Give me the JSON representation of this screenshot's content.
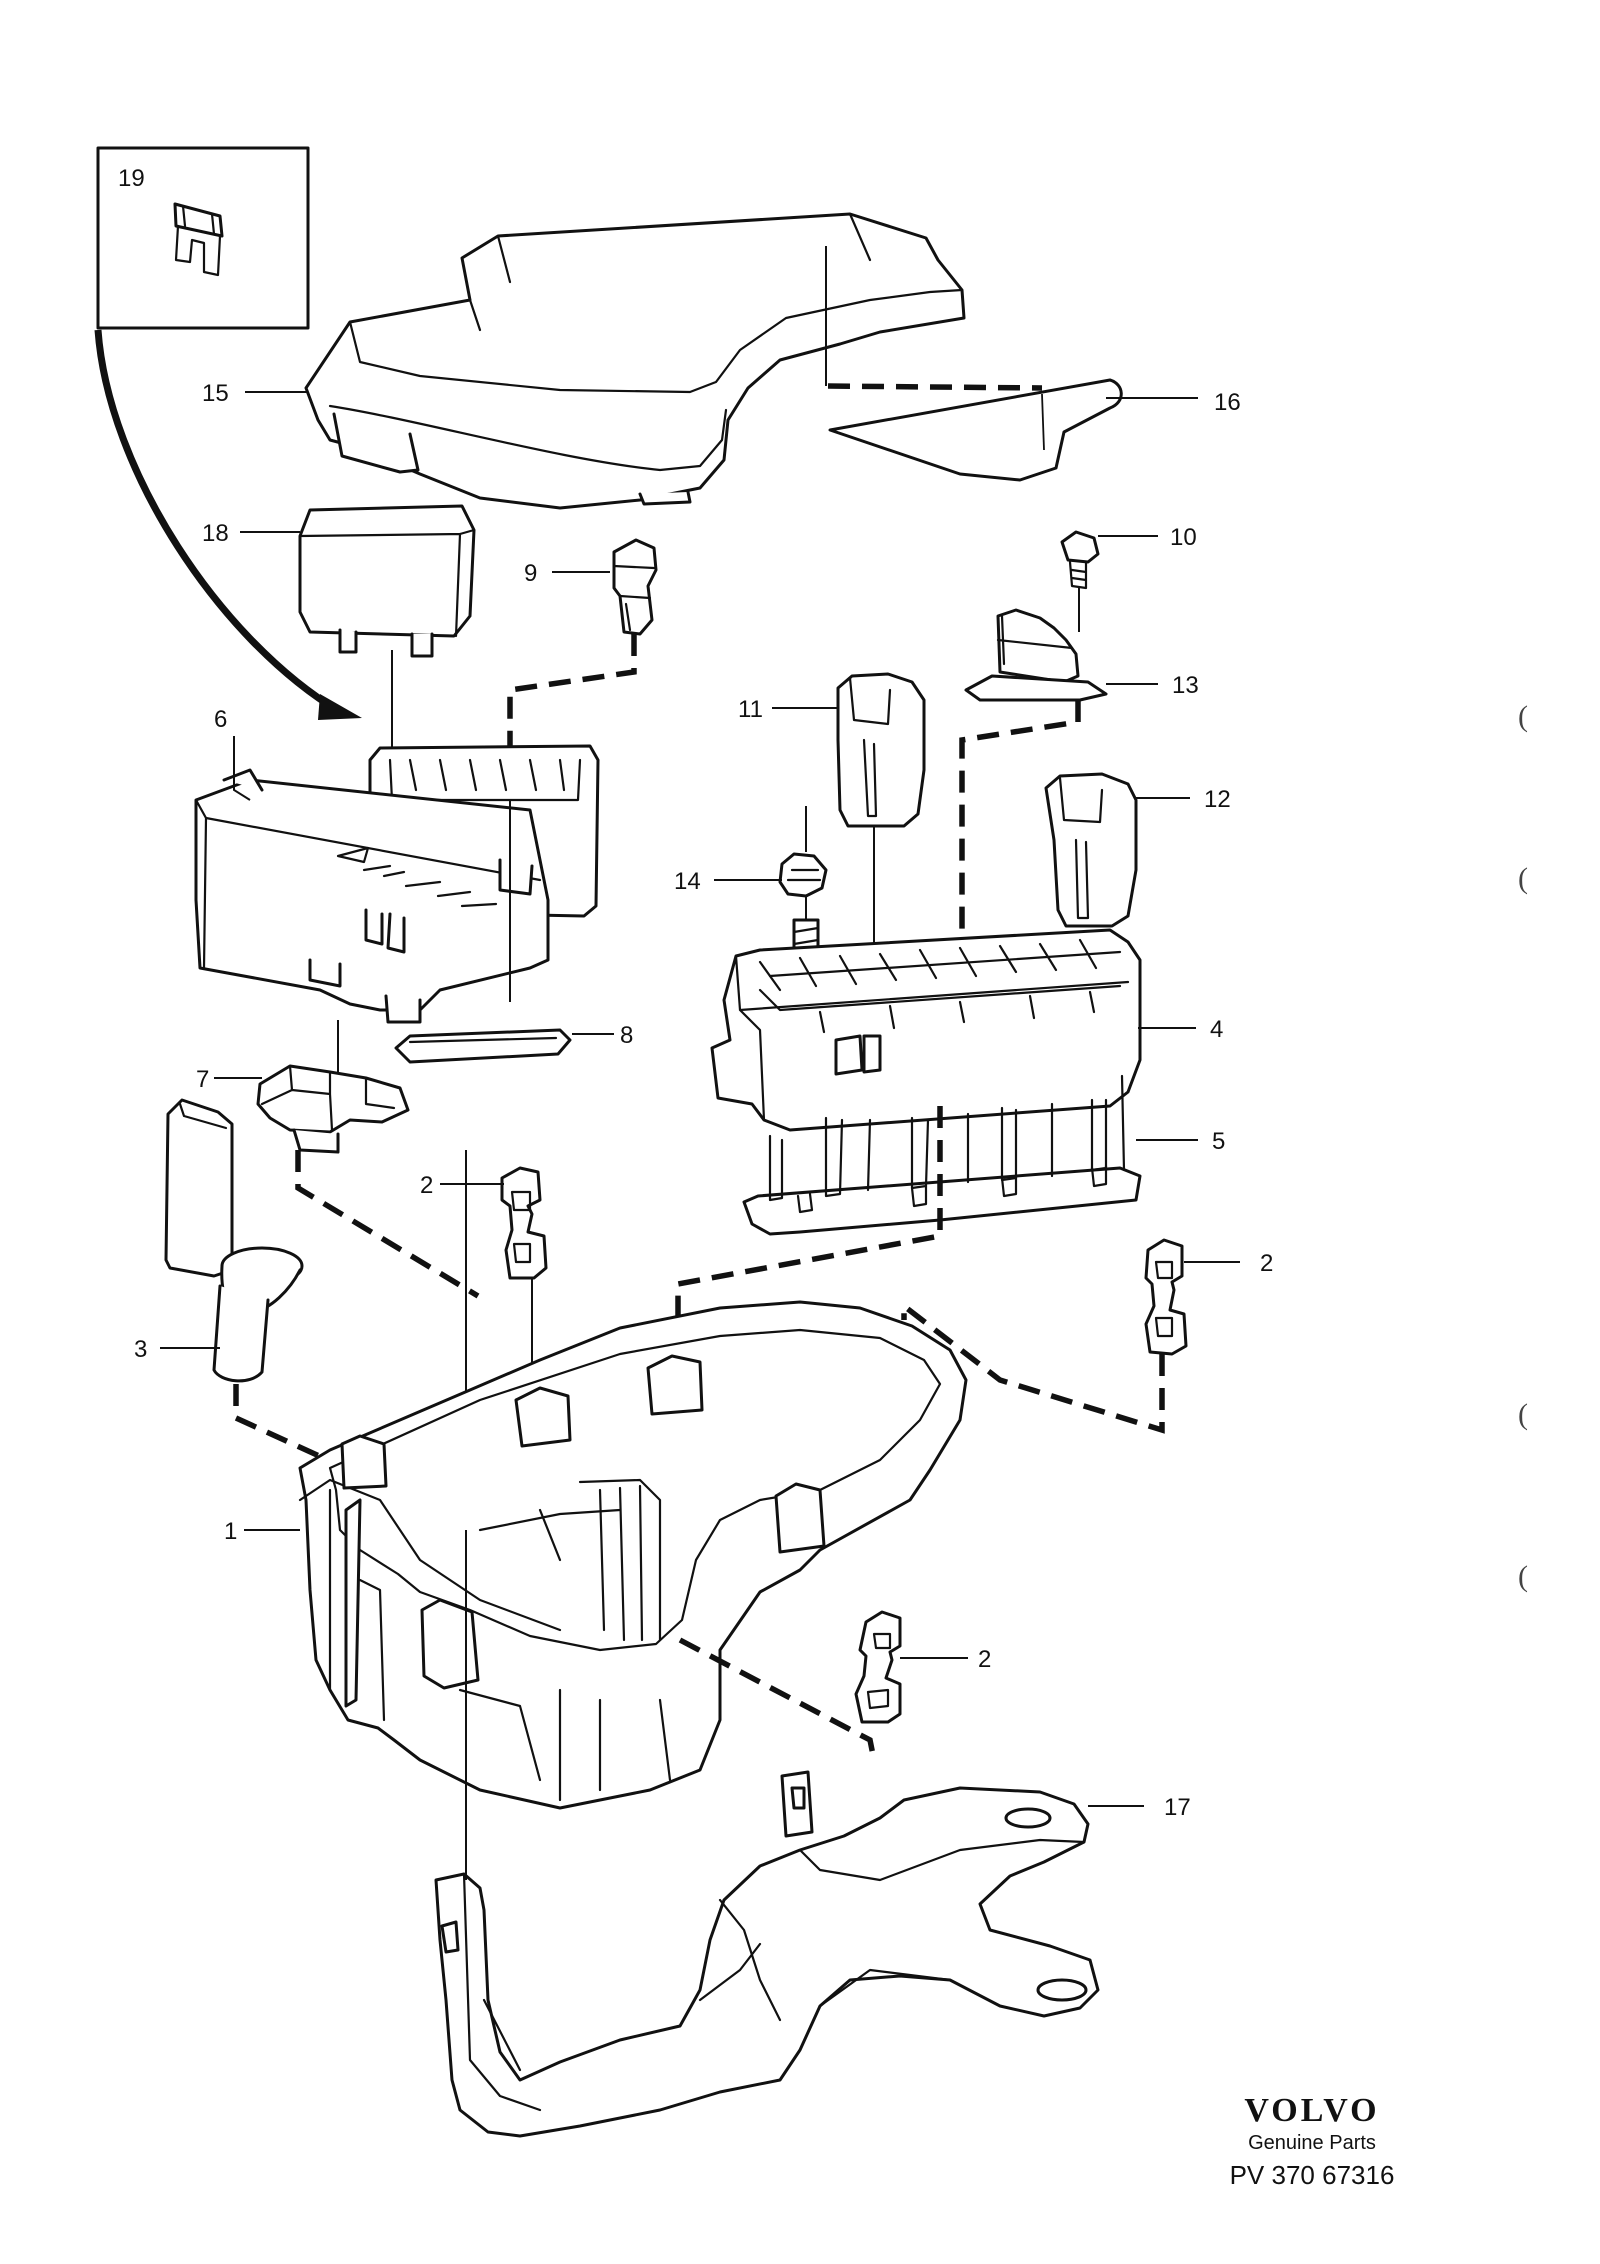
{
  "callouts": [
    {
      "id": "19",
      "label": "19"
    },
    {
      "id": "15",
      "label": "15"
    },
    {
      "id": "16",
      "label": "16"
    },
    {
      "id": "18",
      "label": "18"
    },
    {
      "id": "9",
      "label": "9"
    },
    {
      "id": "10",
      "label": "10"
    },
    {
      "id": "13",
      "label": "13"
    },
    {
      "id": "11",
      "label": "11"
    },
    {
      "id": "6",
      "label": "6"
    },
    {
      "id": "12",
      "label": "12"
    },
    {
      "id": "14",
      "label": "14"
    },
    {
      "id": "8",
      "label": "8"
    },
    {
      "id": "4",
      "label": "4"
    },
    {
      "id": "7",
      "label": "7"
    },
    {
      "id": "5",
      "label": "5"
    },
    {
      "id": "2a",
      "label": "2"
    },
    {
      "id": "2b",
      "label": "2"
    },
    {
      "id": "3",
      "label": "3"
    },
    {
      "id": "1",
      "label": "1"
    },
    {
      "id": "2c",
      "label": "2"
    },
    {
      "id": "17",
      "label": "17"
    }
  ],
  "margin_marks": [
    "(",
    "(",
    "(",
    "("
  ],
  "brand": {
    "logo": "VOLVO",
    "subtitle": "Genuine Parts",
    "code": "PV 370 67316"
  }
}
